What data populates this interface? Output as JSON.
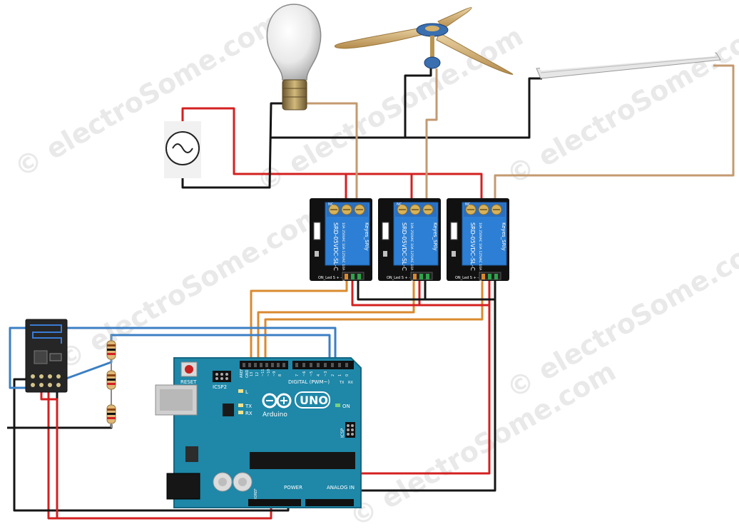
{
  "watermark": "© electroSome.com",
  "relays": [
    {
      "model": "SRD-05VDC-SL-C",
      "brand": "Keyes_SRly",
      "nc": "NC",
      "pins": "ON_Led S + -",
      "rating": "10A 250VAC  10A 125VAC  10A 30VDC"
    },
    {
      "model": "SRD-05VDC-SL-C",
      "brand": "Keyes_SRly",
      "nc": "NC",
      "pins": "ON_Led S + -",
      "rating": "10A 250VAC  10A 125VAC  10A 30VDC"
    },
    {
      "model": "SRD-05VDC-SL-C",
      "brand": "Keyes_SRly",
      "nc": "NC",
      "pins": "ON_Led S + -",
      "rating": "10A 250VAC  10A 125VAC  10A 30VDC"
    }
  ],
  "arduino": {
    "uno": "UNO",
    "brand": "Arduino",
    "reset": "RESET",
    "icsp2": "ICSP2",
    "digital": "DIGITAL (PWM~)",
    "icsp": "ICSP",
    "on": "ON",
    "tx": "TX",
    "rx": "RX",
    "l": "L",
    "power": "POWER",
    "analog": "ANALOG IN",
    "txd": "TX",
    "rxd": "RX",
    "aref": "AREF",
    "gnd": "GND",
    "ioref": "IOREF",
    "pin_labels": [
      "13",
      "12",
      "~11",
      "~10",
      "~9",
      "8",
      "7",
      "~6",
      "~5",
      "4",
      "~3",
      "2",
      "1",
      "0"
    ]
  },
  "colors": {
    "red_wire": "#d42020",
    "black_wire": "#151515",
    "tan_wire": "#c39a70",
    "orange_wire": "#d98a2e",
    "blue_wire": "#3c7fc4",
    "green_wire": "#2ea44b",
    "relay_blue": "#2c7fd4",
    "arduino_teal": "#1f87a8"
  }
}
